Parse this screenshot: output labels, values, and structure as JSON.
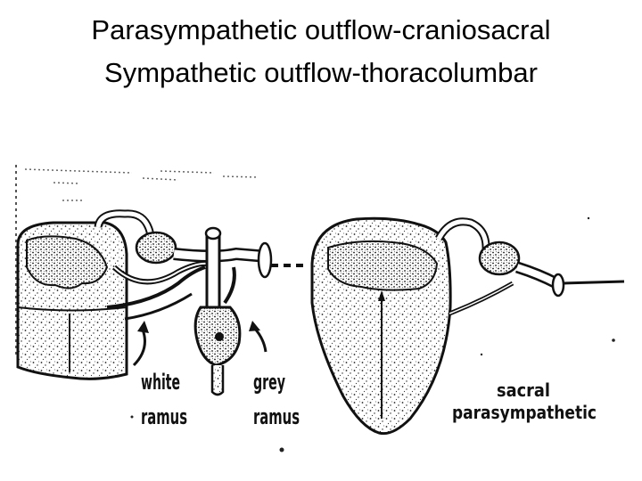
{
  "slide": {
    "title_line_1": "Parasympathetic outflow-craniosacral",
    "title_line_2": "Sympathetic outflow-thoracolumbar"
  },
  "figure": {
    "labels": {
      "white_ramus_1": "white",
      "white_ramus_2": "ramus",
      "grey_ramus_1": "grey",
      "grey_ramus_2": "ramus",
      "sacral_1": "sacral",
      "sacral_2": "parasympathetic"
    }
  },
  "colors": {
    "ink": "#111111",
    "background": "#ffffff"
  }
}
